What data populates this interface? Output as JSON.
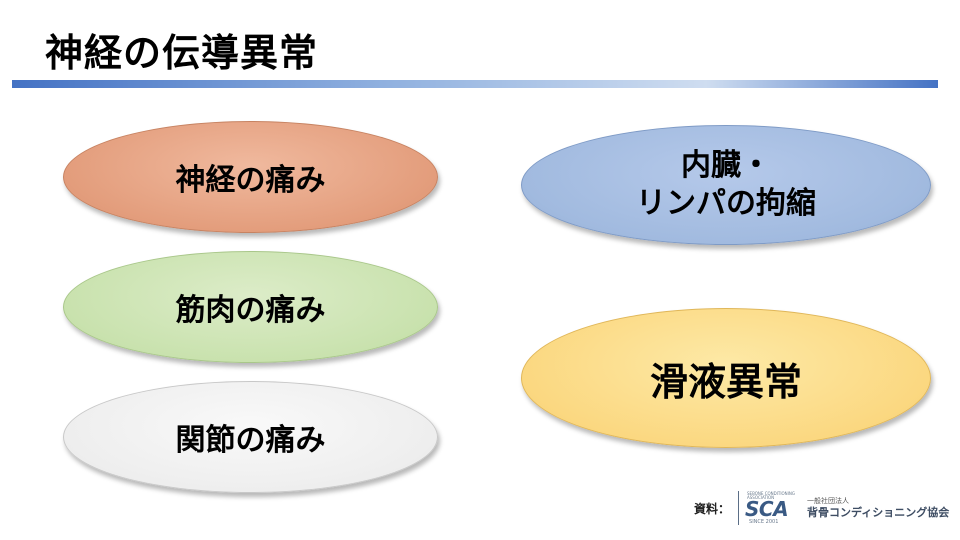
{
  "slide": {
    "title": "神経の伝導異常"
  },
  "items": {
    "nerve_pain": "神経の痛み",
    "muscle_pain": "筋肉の痛み",
    "joint_pain": "関節の痛み",
    "visceral_line1": "内臓・",
    "visceral_line2": "リンパの拘縮",
    "synovial": "滑液異常"
  },
  "source": {
    "label": "資料：",
    "logo_tagline_1": "SEBONE CONDITIONING",
    "logo_tagline_2": "ASSOCIATION",
    "logo_abbr": "SCA",
    "logo_since": "SINCE 2001",
    "org_type": "一般社団法人",
    "org_name": "背骨コンディショニング協会"
  },
  "colors": {
    "title_bar": "#4472c4",
    "nerve": "#e39d7c",
    "muscle": "#c9e2ae",
    "joint": "#eeeeee",
    "visceral": "#a1badf",
    "synovial": "#fbd881"
  }
}
